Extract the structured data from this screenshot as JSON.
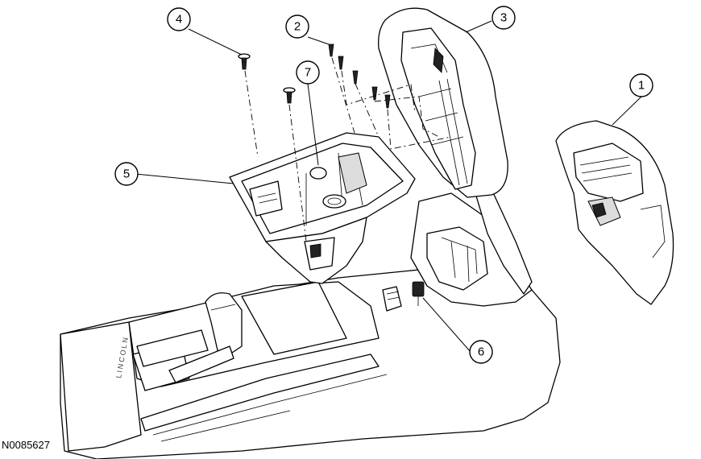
{
  "figure_id": "N0085627",
  "callouts": [
    {
      "id": "1",
      "label": "1"
    },
    {
      "id": "2",
      "label": "2"
    },
    {
      "id": "3",
      "label": "3"
    },
    {
      "id": "4",
      "label": "4"
    },
    {
      "id": "5",
      "label": "5"
    },
    {
      "id": "6",
      "label": "6"
    },
    {
      "id": "7",
      "label": "7"
    }
  ],
  "badge_text": "LINCOLN"
}
